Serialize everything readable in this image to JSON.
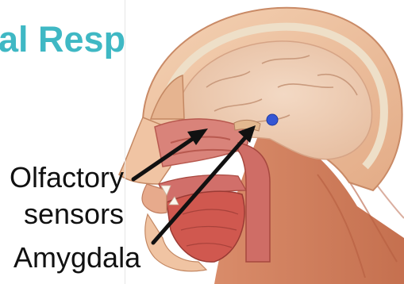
{
  "slide": {
    "title_fragment": "al Resp"
  },
  "labels": {
    "olfactory_line1": "Olfactory",
    "olfactory_line2": "sensors",
    "amygdala": "Amygdala"
  },
  "markers": {
    "amygdala_dot_color": "#3556d4"
  },
  "colors": {
    "title": "#3fb8c4",
    "arrow": "#111111"
  },
  "icons": {
    "arrow_olfactory": "arrow-up-right",
    "arrow_amygdala": "arrow-up-right"
  }
}
